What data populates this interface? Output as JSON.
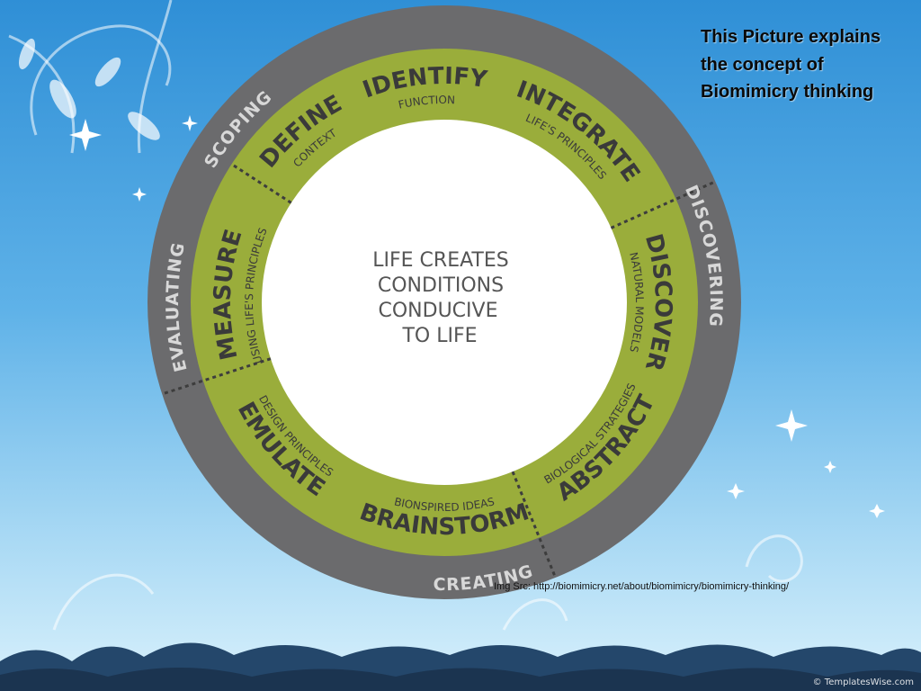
{
  "slide": {
    "caption_lines": [
      "This Picture explains",
      "the concept of",
      "Biomimicry thinking"
    ],
    "source": "Img Src: http://biomimicry.net/about/biomimicry/biomimicry-thinking/",
    "watermark": "© TemplatesWise.com"
  },
  "diagram": {
    "center_lines": [
      "LIFE CREATES",
      "CONDITIONS",
      "CONDUCIVE",
      "TO LIFE"
    ],
    "phases": [
      {
        "label": "SCOPING"
      },
      {
        "label": "DISCOVERING"
      },
      {
        "label": "CREATING"
      },
      {
        "label": "EVALUATING"
      }
    ],
    "stages": [
      {
        "title": "IDENTIFY",
        "sub": "FUNCTION"
      },
      {
        "title": "INTEGRATE",
        "sub": "LIFE'S PRINCIPLES"
      },
      {
        "title": "DISCOVER",
        "sub": "NATURAL MODELS"
      },
      {
        "title": "ABSTRACT",
        "sub": "BIOLOGICAL STRATEGIES"
      },
      {
        "title": "BRAINSTORM",
        "sub": "BIONSPIRED IDEAS"
      },
      {
        "title": "EMULATE",
        "sub": "DESIGN PRINCIPLES"
      },
      {
        "title": "MEASURE",
        "sub": "USING LIFE'S PRINCIPLES"
      },
      {
        "title": "DEFINE",
        "sub": "CONTEXT"
      }
    ],
    "colors": {
      "outer_ring": "#6b6b6d",
      "stage_ring": "#9aad3b",
      "center": "#ffffff"
    }
  }
}
